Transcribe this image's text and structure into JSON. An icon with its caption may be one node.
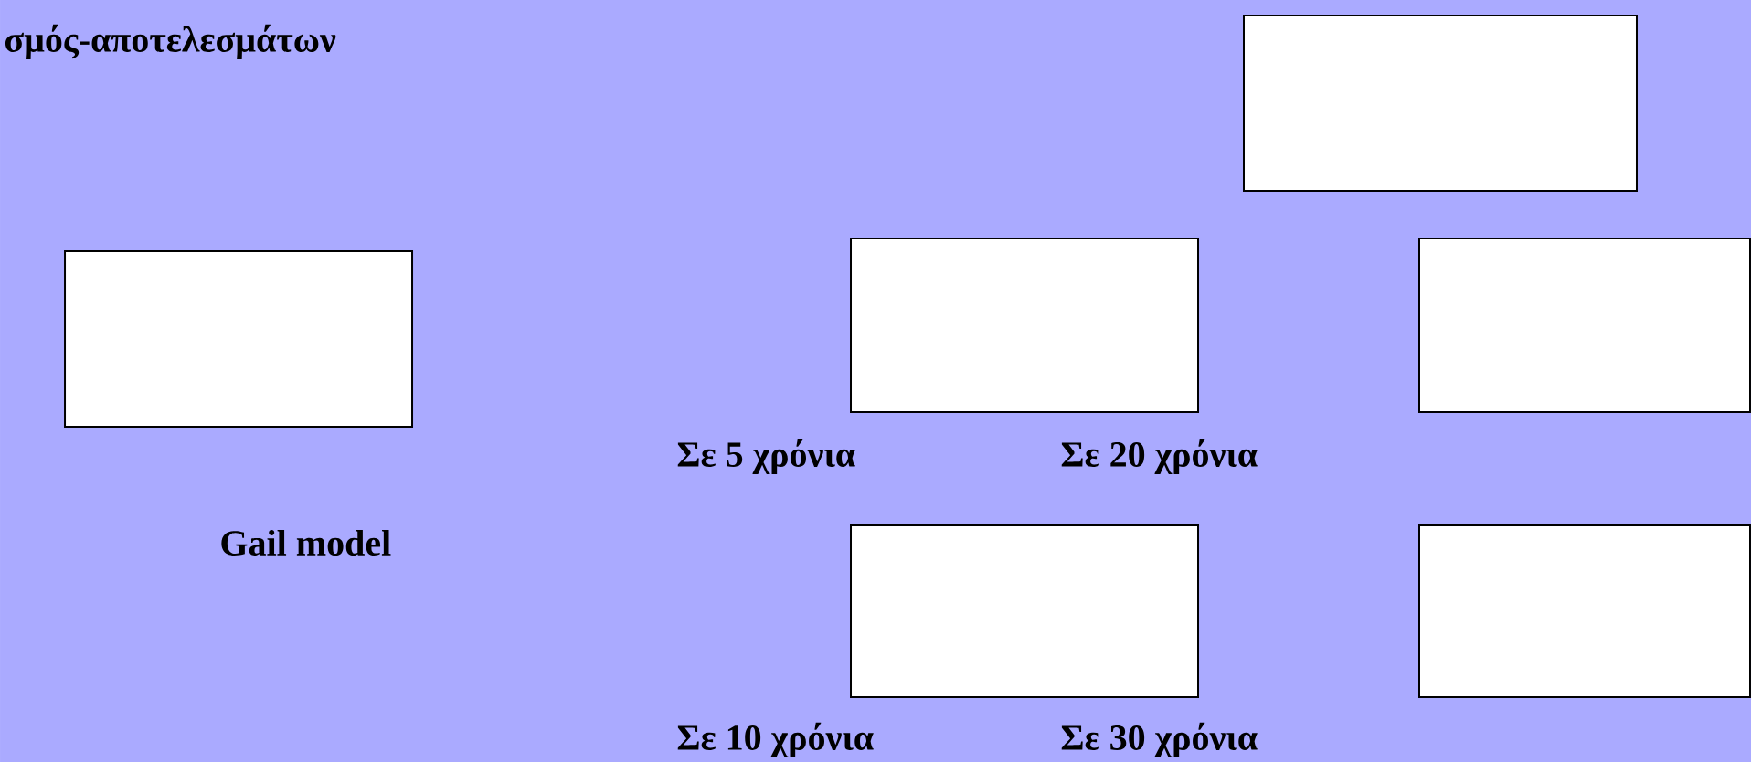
{
  "diagram": {
    "title": "σμός-αποτελεσμάτων",
    "nodes": [
      {
        "text": [],
        "shape": "box"
      },
      {
        "text": [],
        "shape": "box"
      },
      {
        "text": [],
        "shape": "box"
      },
      {
        "text": [],
        "shape": "box"
      },
      {
        "text": [],
        "shape": "box"
      },
      {
        "text": [],
        "shape": "box"
      }
    ],
    "labels": [
      "Σε 5 χρόνια",
      "Σε 20 χρόνια",
      "Gail model",
      "Σε 10 χρόνια",
      "Σε 30 χρόνια"
    ]
  }
}
